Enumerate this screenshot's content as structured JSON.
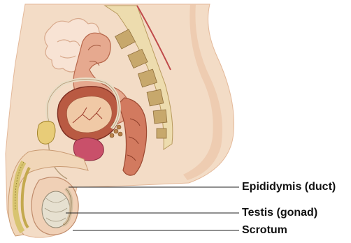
{
  "labels": {
    "epididymis": "Epididymis (duct)",
    "testis": "Testis (gonad)",
    "scrotum": "Scrotum"
  },
  "colors": {
    "skin": "#f3dcc6",
    "skin_shade": "#e8c3a6",
    "intestine": "#f6d9c6",
    "rectum": "#d97b5f",
    "bladder": "#b9533f",
    "prostate": "#c6505a",
    "bone": "#e9d7a0",
    "bone_dot": "#a07a46",
    "duct": "#f2ead8",
    "penis_tissue": "#d8ca7a",
    "testis": "#e8e2d3",
    "leader_line": "#222222"
  }
}
